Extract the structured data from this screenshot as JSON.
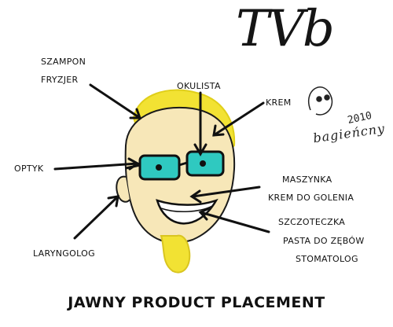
{
  "logo": "TVb",
  "signature": {
    "name": "bagieńcny",
    "year": "2010"
  },
  "labels": {
    "szampon": "SZAMPON",
    "fryzjer": "FRYZJER",
    "okulista": "OKULISTA",
    "krem": "KREM",
    "optyk": "OPTYK",
    "maszynka": "MASZYNKA",
    "krem_do_golenia": "KREM DO GOLENIA",
    "laryngolog": "LARYNGOLOG",
    "szczoteczka": "SZCZOTECZKA",
    "pasta": "PASTA DO ZĘBÓW",
    "stomatolog": "STOMATOLOG"
  },
  "title": "JAWNY PRODUCT PLACEMENT",
  "colors": {
    "skin": "#F7E7B8",
    "hair": "#F2E233",
    "glasses": "#2FC9C0",
    "ink": "#111111"
  }
}
